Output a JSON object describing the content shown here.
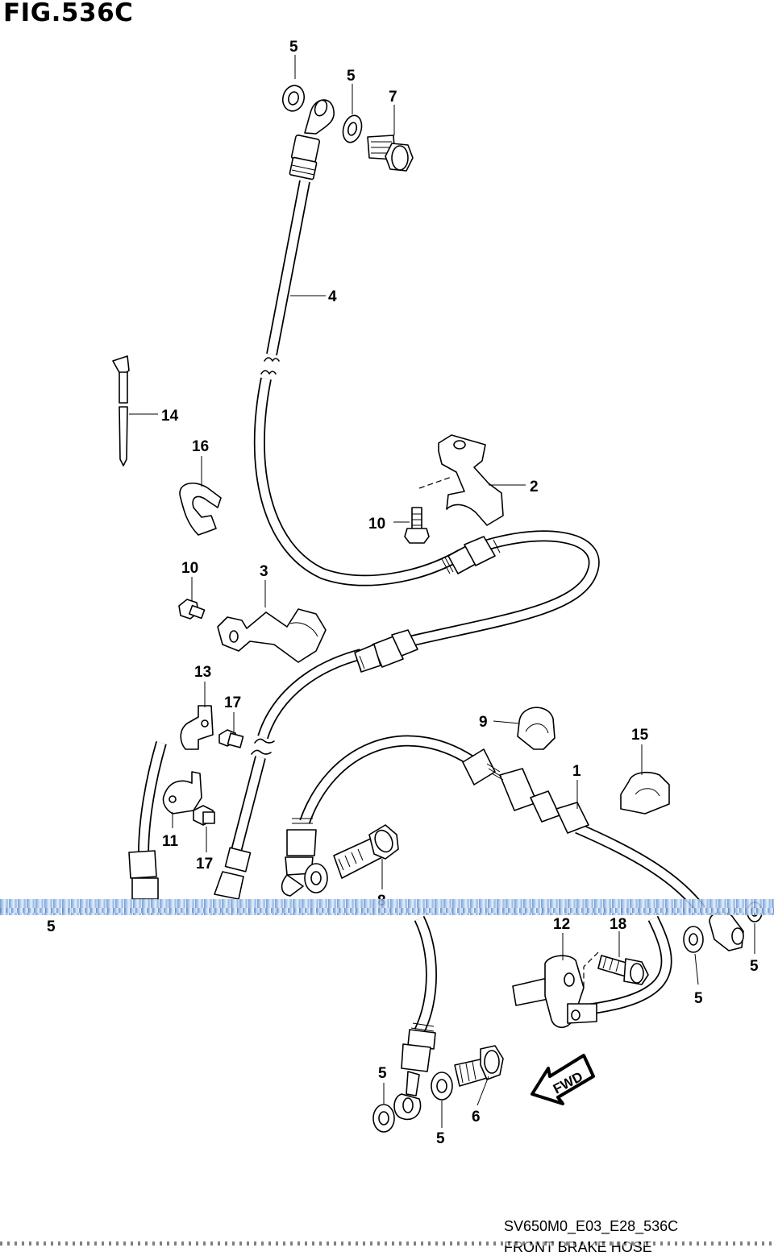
{
  "figure_title": "FIG.536C",
  "callouts": {
    "c5_top": "5",
    "c5_top2": "5",
    "c7": "7",
    "c4": "4",
    "c14": "14",
    "c16": "16",
    "c2": "2",
    "c10_upper": "10",
    "c10_lower": "10",
    "c3": "3",
    "c13": "13",
    "c17_upper": "17",
    "c9": "9",
    "c15": "15",
    "c1": "1",
    "c11": "11",
    "c17_lower": "17",
    "c8": "8",
    "c5_left": "5",
    "c12": "12",
    "c18": "18",
    "c5_right": "5",
    "c5_right2": "5",
    "c5_bottom1": "5",
    "c5_bottom2": "5",
    "c6": "6"
  },
  "fwd_label": "FWD",
  "footer": {
    "code": "SV650M0_E03_E28_536C",
    "name": "FRONT BRAKE HOSE"
  }
}
